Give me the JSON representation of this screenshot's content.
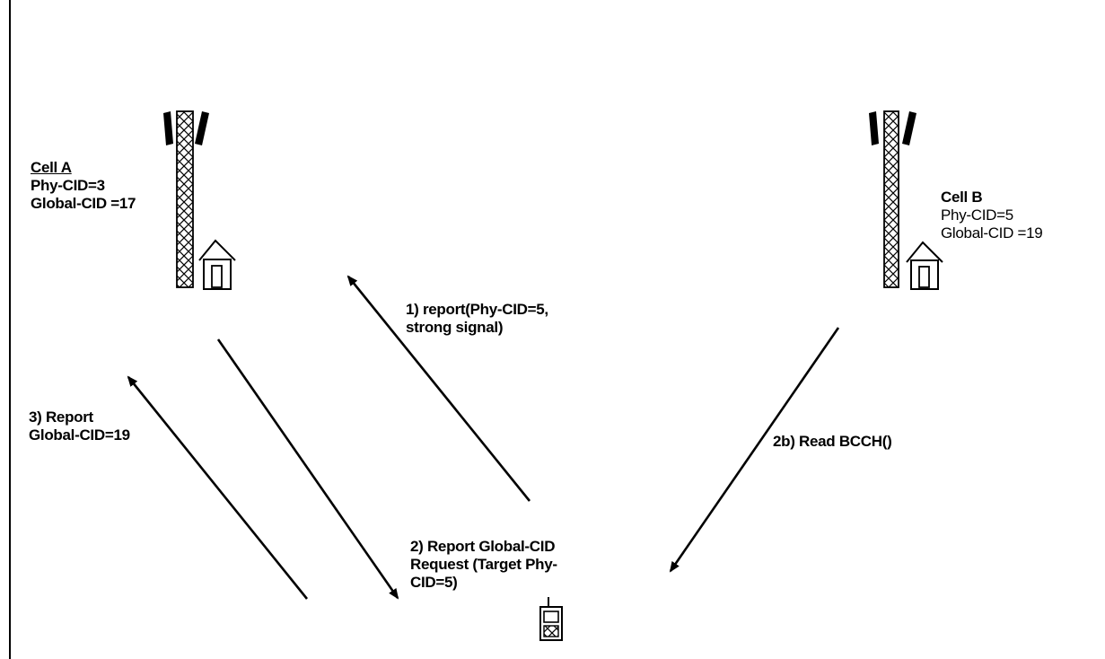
{
  "cell_a": {
    "title": "Cell A",
    "phy_cid": "Phy-CID=3",
    "global_cid": "Global-CID =17"
  },
  "cell_b": {
    "title": "Cell B",
    "phy_cid": "Phy-CID=5",
    "global_cid": "Global-CID =19"
  },
  "messages": {
    "m1_line1": "1) report(Phy-CID=5,",
    "m1_line2": "strong signal)",
    "m2_line1": "2) Report Global-CID",
    "m2_line2": "Request (Target Phy-",
    "m2_line3": "CID=5)",
    "m2b": "2b) Read BCCH()",
    "m3_line1": "3) Report",
    "m3_line2": "Global-CID=19"
  },
  "icons": {
    "tower_a": "cell-tower-icon",
    "tower_b": "cell-tower-icon",
    "phone": "mobile-phone-icon"
  }
}
